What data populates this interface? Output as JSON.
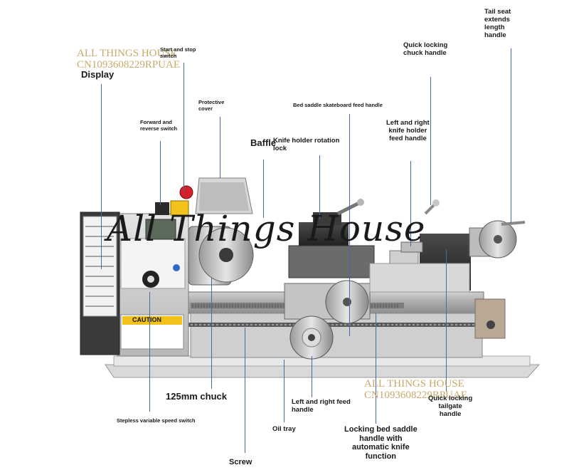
{
  "watermark": {
    "shop_line": "ALL THINGS HOUSE",
    "code_line": "CN1093608229RPUAE",
    "code_line_2": "CN1093608229RPUAE",
    "center": "All Things House"
  },
  "labels": {
    "display": "Display",
    "start_stop": "Start and stop\nswitch",
    "protective_cover": "Protective\ncover",
    "bed_saddle_feed": "Bed saddle skateboard feed handle",
    "tail_seat": "Tail seat\nextends\nlength\nhandle",
    "quick_lock_chuck": "Quick locking\nchuck handle",
    "forward_reverse": "Forward and\nreverse switch",
    "baffle": "Baffle",
    "knife_holder_rotation": "Knife holder rotation\nlock",
    "left_right_knife": "Left and right\nknife holder\nfeed handle",
    "chuck_125": "125mm chuck",
    "stepless": "Stepless variable speed switch",
    "left_right_feed": "Left and right feed\nhandle",
    "oil_tray": "Oil tray",
    "locking_bed_saddle": "Locking bed saddle\nhandle with\nautomatic knife\nfunction",
    "quick_lock_tailgate": "Quick locking\ntailgate\nhandle",
    "screw": "Screw"
  },
  "machine": {
    "caution": "CAUTION"
  },
  "colors": {
    "leader": "#4a68a8",
    "watermark": "#c9a96a",
    "machine_body": "#cfcfcf",
    "caution_yellow": "#f2c21b",
    "stop_button": "#d4202a"
  }
}
